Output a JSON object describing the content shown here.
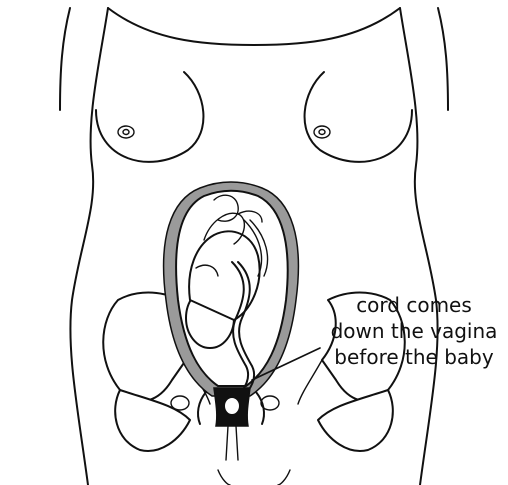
{
  "figure": {
    "caption_lines": [
      "cord comes",
      "down the vagina",
      "before the baby"
    ],
    "colors": {
      "ink": "#111111",
      "background": "#ffffff",
      "uterus_wall": "#9a9a9a"
    }
  }
}
